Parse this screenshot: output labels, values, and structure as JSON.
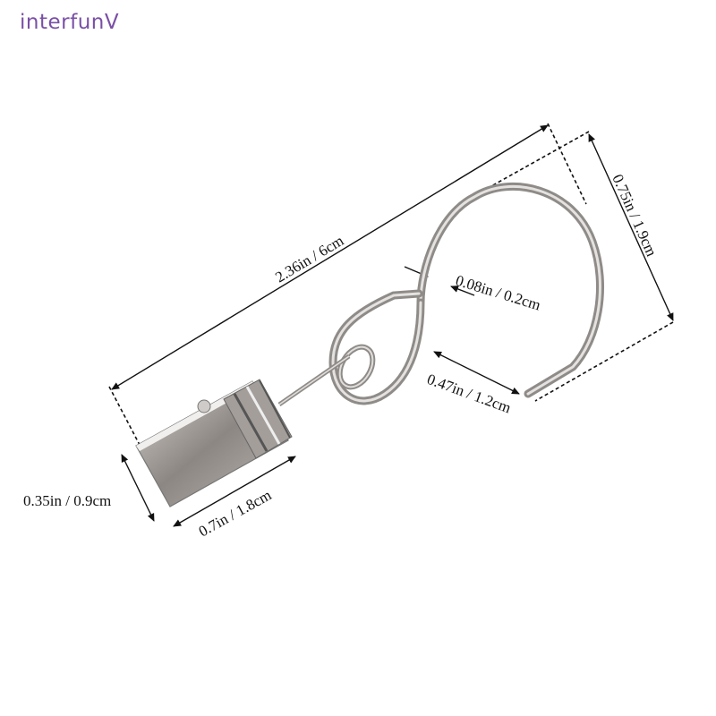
{
  "watermark": {
    "text": "interfunV",
    "color": "#7a4fa6"
  },
  "product": {
    "name": "curtain clip with S-hook",
    "metal_color": "#b9b6b3"
  },
  "dimensions": {
    "total_length": "2.36in / 6cm",
    "wire_thickness": "0.08in / 0.2cm",
    "hook_height": "0.75in / 1.9cm",
    "hook_gap": "0.47in / 1.2cm",
    "clip_width": "0.35in / 0.9cm",
    "clip_length": "0.7in / 1.8cm"
  }
}
